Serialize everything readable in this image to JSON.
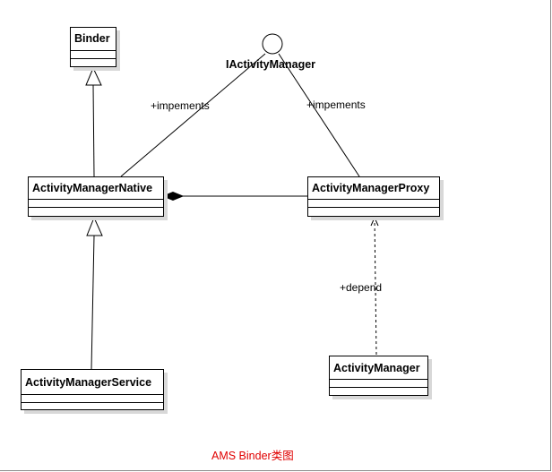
{
  "diagram": {
    "caption": "AMS Binder类图",
    "interface": {
      "name": "IActivityManager"
    },
    "classes": {
      "binder": "Binder",
      "native": "ActivityManagerNative",
      "proxy": "ActivityManagerProxy",
      "service": "ActivityManagerService",
      "manager": "ActivityManager"
    },
    "relations": {
      "native_implements": "+impements",
      "proxy_implements": "+impements",
      "depend": "+depend"
    },
    "colors": {
      "line": "#000000",
      "caption": "#e00000",
      "shadow": "#d8d8d8"
    }
  }
}
